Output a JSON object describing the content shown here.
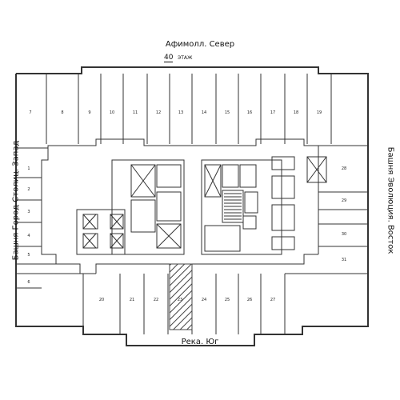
{
  "labels": {
    "top": "Афимолл. Север",
    "floor_number": "40",
    "floor_word": "ЭТАЖ",
    "bottom": "Река. Юг",
    "left": "Башня Город Столиц. Запад",
    "right": "Башня Эволюция. Восток"
  },
  "rooms": {
    "top_row": [
      "7",
      "8",
      "9",
      "10",
      "11",
      "12",
      "13",
      "14",
      "15",
      "16",
      "17",
      "18",
      "19"
    ],
    "left_column": [
      "1",
      "2",
      "3",
      "4",
      "5",
      "6"
    ],
    "bottom_row": [
      "20",
      "21",
      "22",
      "23",
      "24",
      "25",
      "26",
      "27"
    ],
    "right_column": [
      "28",
      "29",
      "30",
      "31"
    ]
  },
  "colors": {
    "line": "#333333",
    "hatch": "#444444"
  }
}
